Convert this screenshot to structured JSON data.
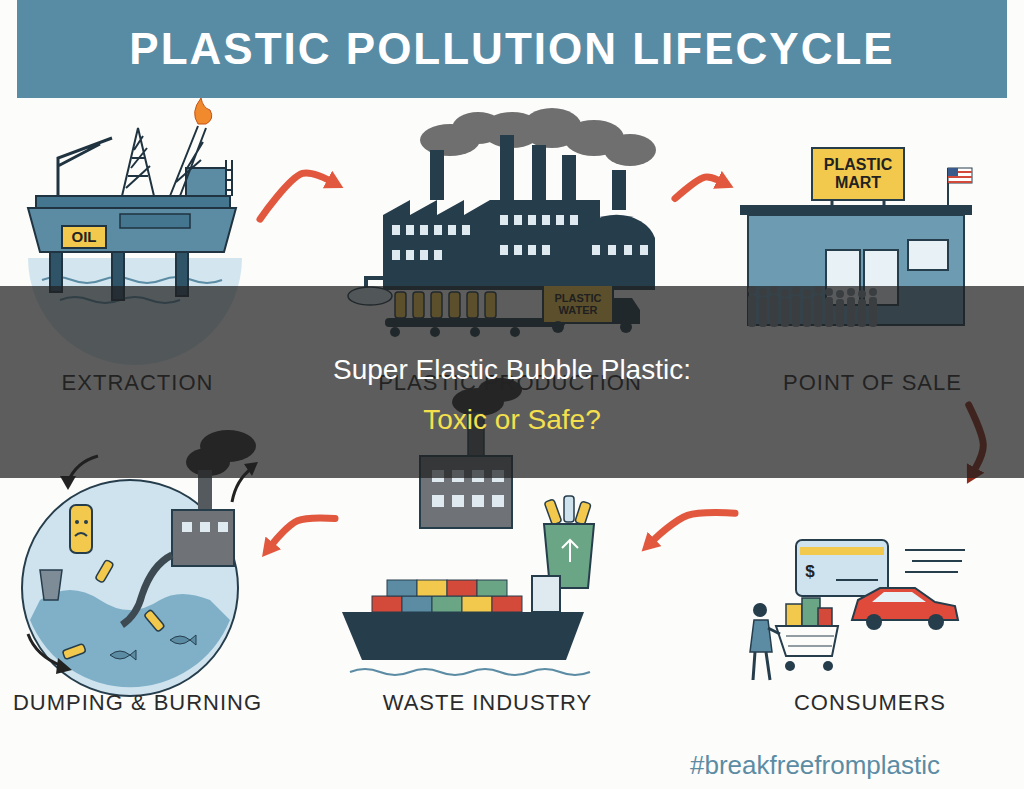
{
  "diagram": {
    "title": "PLASTIC POLLUTION LIFECYCLE",
    "nodes": [
      {
        "text": [
          "EXTRACTION"
        ]
      },
      {
        "text": [
          "PLASTIC PRODUCTION"
        ]
      },
      {
        "text": [
          "POINT OF SALE"
        ]
      },
      {
        "text": [
          "DUMPING & BURNING"
        ]
      },
      {
        "text": [
          "WASTE INDUSTRY"
        ]
      },
      {
        "text": [
          "CONSUMERS"
        ]
      }
    ],
    "edges": [
      {
        "from": 0,
        "to": 1,
        "arrow": "to"
      },
      {
        "from": 1,
        "to": 2,
        "arrow": "to"
      },
      {
        "from": 2,
        "to": 5,
        "arrow": "to"
      },
      {
        "from": 5,
        "to": 4,
        "arrow": "to"
      },
      {
        "from": 4,
        "to": 3,
        "arrow": "to"
      }
    ],
    "labels": [
      "OIL",
      "PLASTIC MART",
      "PLASTIC WATER",
      "$",
      "Super Elastic Bubble Plastic:",
      "Toxic or Safe?",
      "#breakfreefromplastic"
    ]
  }
}
